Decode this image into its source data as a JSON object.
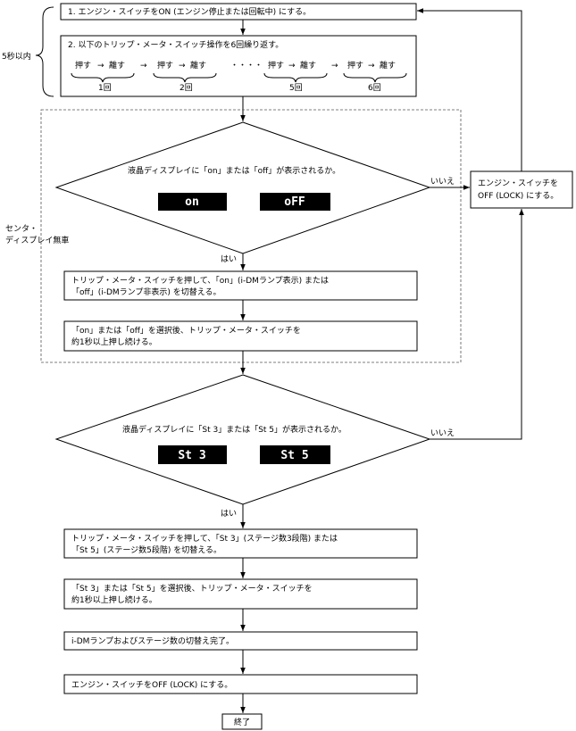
{
  "steps": {
    "step1": "1. エンジン・スイッチをON (エンジン停止または回転中) にする。",
    "step2": "2. 以下のトリップ・メータ・スイッチ操作を6回繰り返す。",
    "press": "押す",
    "release": "離す",
    "arrow": "→",
    "dots": "・・・・",
    "cycle_labels": [
      "1回",
      "2回",
      "5回",
      "6回"
    ],
    "time_note": "5秒以内",
    "center_note_line1": "センタ・",
    "center_note_line2": "ディスプレイ無車",
    "decision1": "液晶ディスプレイに「on」または「off」が表示されるか。",
    "display_on": "on",
    "display_off": "oFF",
    "step3_line1": "トリップ・メータ・スイッチを押して、「on」(i-DMランプ表示) または",
    "step3_line2": "「off」(i-DMランプ非表示) を切替える。",
    "step4_line1": "「on」または「off」を選択後、トリップ・メータ・スイッチを",
    "step4_line2": "約1秒以上押し続ける。",
    "decision2": "液晶ディスプレイに「St 3」または「St 5」が表示されるか。",
    "display_st3": "St 3",
    "display_st5": "St 5",
    "step5_line1": "トリップ・メータ・スイッチを押して、「St 3」(ステージ数3段階) または",
    "step5_line2": "「St 5」(ステージ数5段階) を切替える。",
    "step6_line1": "「St 3」または「St 5」を選択後、トリップ・メータ・スイッチを",
    "step6_line2": "約1秒以上押し続ける。",
    "step7": "i-DMランプおよびステージ数の切替え完了。",
    "step8": "エンジン・スイッチをOFF (LOCK) にする。",
    "end": "終了",
    "side_box_line1": "エンジン・スイッチを",
    "side_box_line2": "OFF (LOCK) にする。",
    "yes": "はい",
    "no": "いいえ"
  }
}
